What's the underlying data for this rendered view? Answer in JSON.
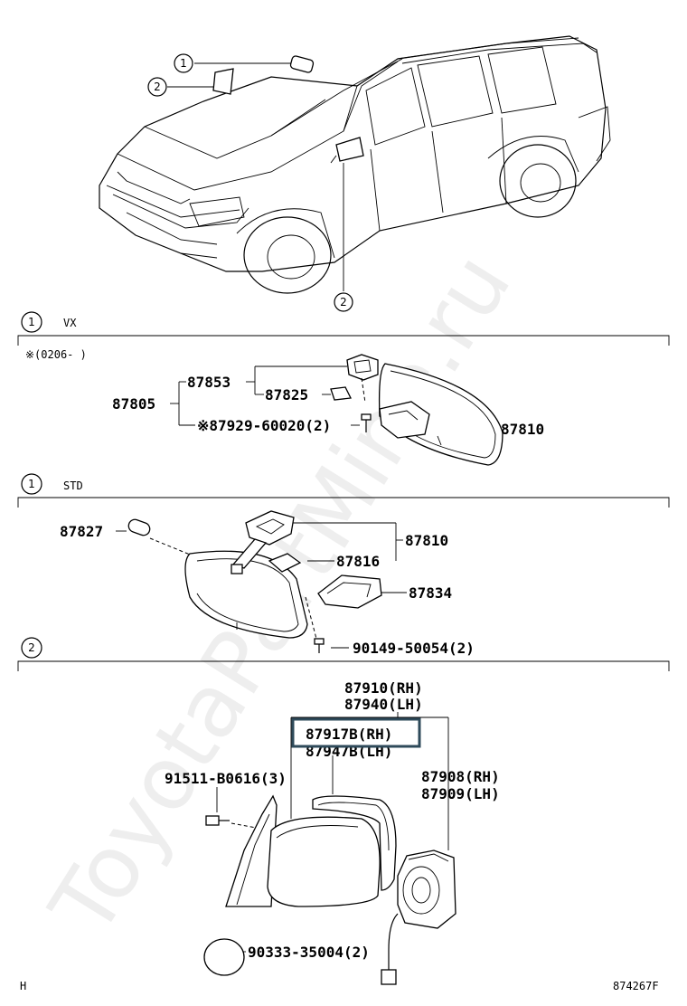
{
  "watermark": "ToyotaPartMine.ru",
  "callouts": {
    "c1": "1",
    "c2": "2"
  },
  "section_vx": {
    "index": "1",
    "title": "VX",
    "note": "※(0206-    )",
    "parts": {
      "p87805": "87805",
      "p87853": "87853",
      "p87825": "87825",
      "p87929": "※87929-60020(2)",
      "p87810": "87810"
    }
  },
  "section_std": {
    "index": "1",
    "title": "STD",
    "parts": {
      "p87827": "87827",
      "p87810": "87810",
      "p87816": "87816",
      "p87834": "87834",
      "p90149": "90149-50054(2)"
    }
  },
  "section_outer": {
    "index": "2",
    "parts": {
      "p87910": "87910(RH)",
      "p87940": "87940(LH)",
      "p87917b": "87917B(RH)",
      "p87947b": "87947B(LH)",
      "p91511": "91511-B0616(3)",
      "p87908": "87908(RH)",
      "p87909": "87909(LH)",
      "p90333": "90333-35004(2)"
    },
    "highlight_color": "#2e4a5a"
  },
  "footer": {
    "left_mark": "H",
    "illustration_id": "874267F"
  }
}
